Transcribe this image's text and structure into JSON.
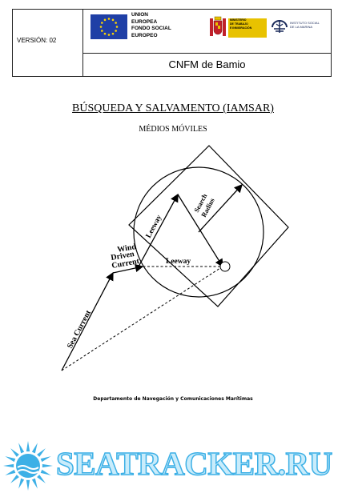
{
  "header": {
    "version_label": "VERSIÓN: 02",
    "eu_text": "UNION\nEUROPEA\nFONDO SOCIAL\nEUROPEO",
    "ministry_text": "MINISTERIO\nDE TRABAJO\nE INMIGRACIÓN",
    "ism_text": "INSTITUTO SOCIAL\nDE LA MARINA",
    "center_name": "CNFM de Bamio"
  },
  "title": "BÚSQUEDA Y SALVAMENTO (IAMSAR)",
  "subtitle": "MÉDIOS MÓVILES",
  "diagram": {
    "labels": {
      "sea_current": "Sea Current",
      "wind_driven": "Wind",
      "driven": "Driven",
      "current": "Current",
      "leeway_horizontal": "Leeway",
      "leeway_vertical": "Leeway",
      "search": "Search",
      "radius": "Radius"
    }
  },
  "footer": {
    "department": "Departamento de Navegación y Comunicaciones Marítimas"
  },
  "watermark": {
    "text": "SEATRACKER.RU"
  },
  "colors": {
    "eu_blue": "#1f3fa6",
    "eu_star": "#ffd700",
    "ministry_yellow": "#e8c200",
    "ministry_red": "#c0202a",
    "watermark_fill": "#c9ecfb",
    "watermark_stroke": "#3db0e6"
  }
}
